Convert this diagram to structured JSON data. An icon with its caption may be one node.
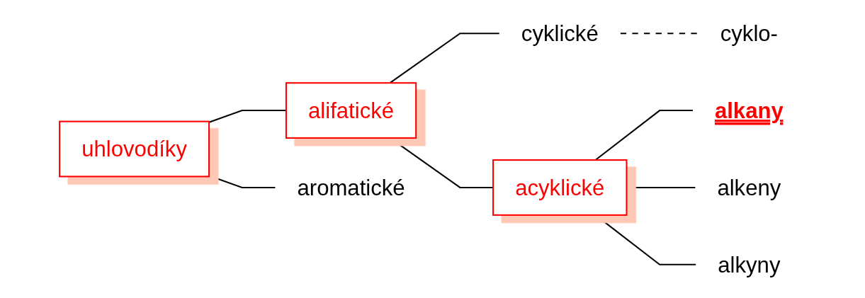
{
  "diagram": {
    "nodes": [
      {
        "text": [
          "uhlovodíky"
        ]
      },
      {
        "text": [
          "alifatické"
        ]
      },
      {
        "text": [
          "aromatické"
        ]
      },
      {
        "text": [
          "cyklické"
        ]
      },
      {
        "text": [
          "cyklo-"
        ]
      },
      {
        "text": [
          "acyklické"
        ]
      },
      {
        "text": [
          "alkany"
        ]
      },
      {
        "text": [
          "alkeny"
        ]
      },
      {
        "text": [
          "alkyny"
        ]
      }
    ],
    "edges": [
      {
        "from": 0,
        "to": 1,
        "arrow": "none"
      },
      {
        "from": 0,
        "to": 2,
        "arrow": "none"
      },
      {
        "from": 1,
        "to": 3,
        "arrow": "none"
      },
      {
        "from": 1,
        "to": 5,
        "arrow": "none"
      },
      {
        "from": 3,
        "to": 4,
        "arrow": "none",
        "style": "dashed"
      },
      {
        "from": 5,
        "to": 6,
        "arrow": "none"
      },
      {
        "from": 5,
        "to": 7,
        "arrow": "none"
      },
      {
        "from": 5,
        "to": 8,
        "arrow": "none"
      }
    ]
  }
}
